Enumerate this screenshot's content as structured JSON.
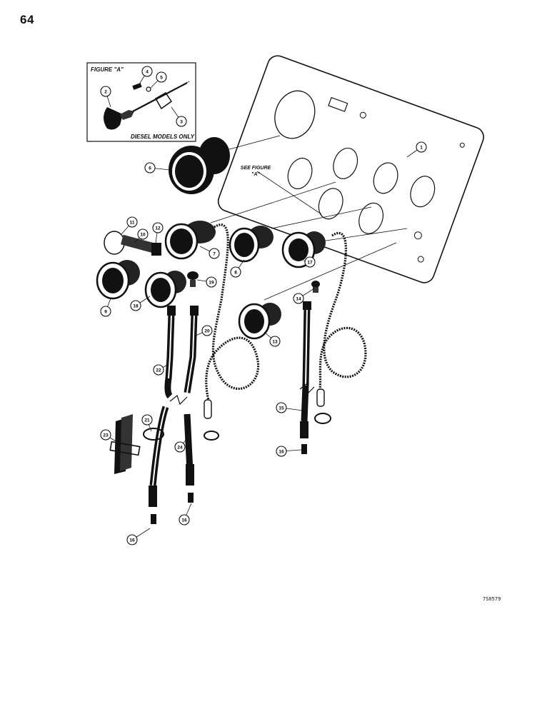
{
  "page_number": "64",
  "figure": {
    "title": "FIGURE \"A\"",
    "note": "DIESEL MODELS ONLY"
  },
  "see_figure": {
    "line1": "SEE FIGURE",
    "line2": "\"A\""
  },
  "reference_code": "7S0579",
  "callouts": [
    "1",
    "2",
    "3",
    "4",
    "5",
    "6",
    "7",
    "8",
    "9",
    "10",
    "11",
    "12",
    "13",
    "14",
    "15",
    "16",
    "17",
    "18",
    "19",
    "20",
    "21",
    "22",
    "23",
    "24"
  ]
}
